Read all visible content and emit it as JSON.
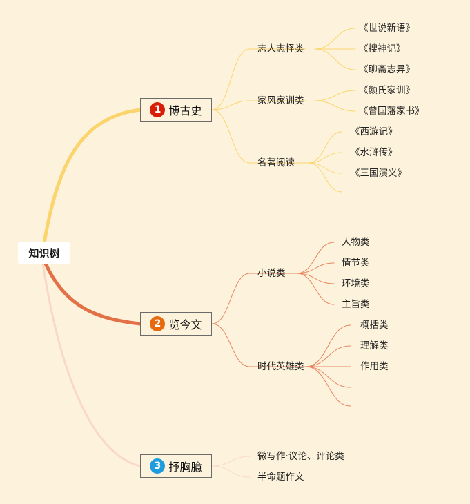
{
  "root": {
    "label": "知识树"
  },
  "branches": [
    {
      "number": "1",
      "label": "博古史",
      "badge_color": "#d81e06",
      "link_color": "#fcd46e",
      "sub_color": "#fbd56d",
      "children": [
        {
          "label": "志人志怪类",
          "items": [
            "《世说新语》",
            "《搜神记》",
            "《聊斋志异》"
          ]
        },
        {
          "label": "家风家训类",
          "items": [
            "《颜氏家训》",
            "《曾国藩家书》"
          ]
        },
        {
          "label": "名著阅读",
          "items": [
            "《西游记》",
            "《水浒传》",
            "《三国演义》",
            ""
          ]
        }
      ]
    },
    {
      "number": "2",
      "label": "览今文",
      "badge_color": "#e86a0f",
      "link_color": "#e37148",
      "sub_color": "#e8845f",
      "children": [
        {
          "label": "小说类",
          "items": [
            "人物类",
            "情节类",
            "环境类",
            "主旨类"
          ]
        },
        {
          "label": "时代英雄类",
          "items": [
            "概括类",
            "理解类",
            "作用类",
            "",
            ""
          ]
        }
      ]
    },
    {
      "number": "3",
      "label": "抒胸臆",
      "badge_color": "#1f9be0",
      "link_color": "#f9d8c8",
      "sub_color": "#f6d9c9",
      "children": [
        {
          "label": "微写作·议论、评论类",
          "items": []
        },
        {
          "label": "半命题作文",
          "items": []
        }
      ]
    }
  ]
}
